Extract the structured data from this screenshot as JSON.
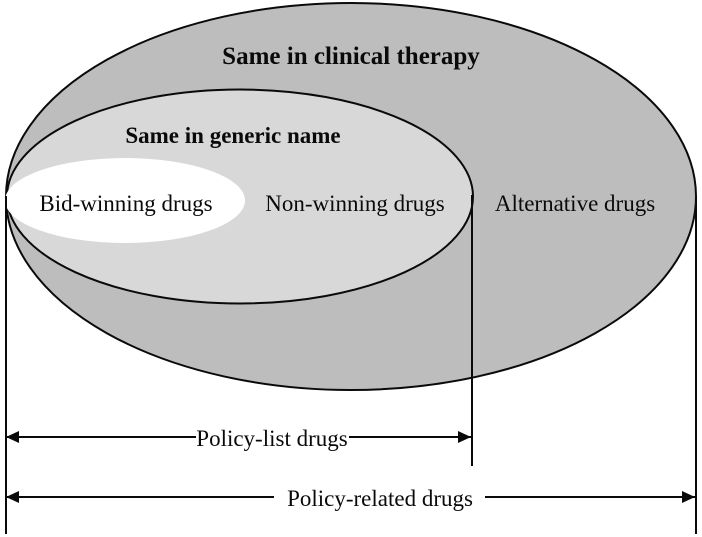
{
  "figure": {
    "kind": "venn-diagram",
    "background_color": "#FFFFFF",
    "stroke_color": "#0A0A0A"
  },
  "regions": {
    "outer": {
      "label": "Same in clinical therapy",
      "region_label": "Alternative drugs",
      "fill_color": "#BDBDBD"
    },
    "middle": {
      "label": "Same in generic name",
      "region_label": "Non-winning drugs",
      "fill_color": "#D8D8D8"
    },
    "inner": {
      "region_label": "Bid-winning drugs",
      "fill_color": "#FFFFFF"
    }
  },
  "measures": [
    {
      "name": "policy-list",
      "label": "Policy-list drugs"
    },
    {
      "name": "policy-related",
      "label": "Policy-related drugs"
    }
  ]
}
